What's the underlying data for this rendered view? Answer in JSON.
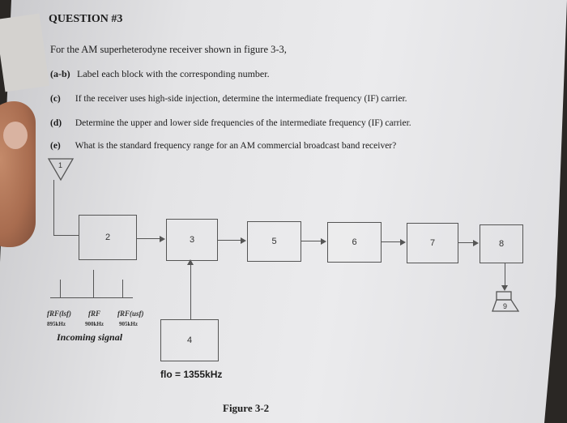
{
  "question": {
    "title": "QUESTION #3",
    "intro": "For the AM superheterodyne receiver shown in figure 3-3,",
    "items": [
      {
        "label": "(a-b)",
        "text": "Label each block with the corresponding number."
      },
      {
        "label": "(c)",
        "text": "If the receiver uses high-side injection, determine the intermediate frequency (IF) carrier."
      },
      {
        "label": "(d)",
        "text": "Determine the upper and lower side frequencies of the intermediate frequency (IF) carrier."
      },
      {
        "label": "(e)",
        "text": "What is the standard frequency range for an AM commercial broadcast band receiver?"
      }
    ]
  },
  "diagram": {
    "antenna_number": "1",
    "blocks": [
      "2",
      "3",
      "4",
      "5",
      "6",
      "7",
      "8",
      "9"
    ],
    "freq_labels": [
      {
        "label": "fRF(lsf)",
        "value": "895kHz"
      },
      {
        "label": "fRF",
        "value": "900kHz"
      },
      {
        "label": "fRF(usf)",
        "value": "905kHz"
      }
    ],
    "incoming_signal": "Incoming signal",
    "flo": "flo = 1355kHz",
    "figure_caption": "Figure 3-2"
  }
}
